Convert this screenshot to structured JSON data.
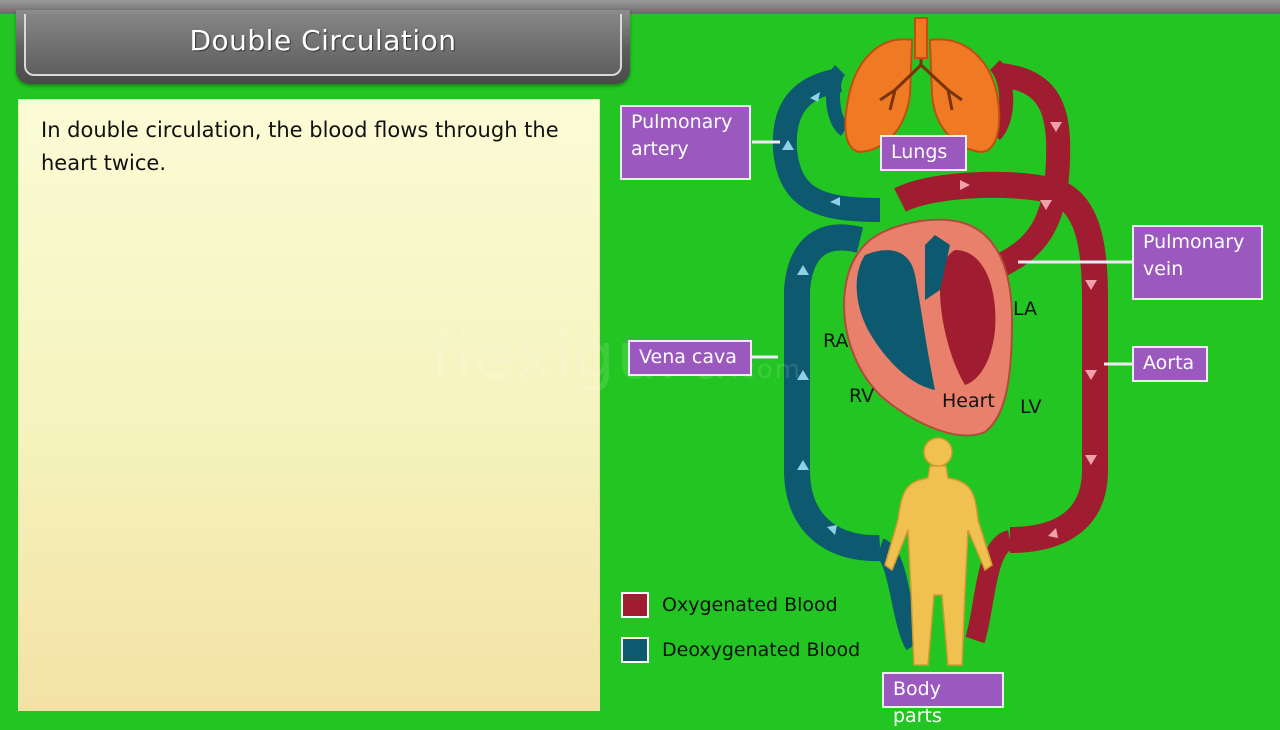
{
  "title": "Double Circulation",
  "description": "In double circulation, the blood flows through the heart twice.",
  "labels": {
    "pulmonary_artery": "Pulmonary artery",
    "lungs": "Lungs",
    "pulmonary_vein": "Pulmonary vein",
    "vena_cava": "Vena cava",
    "aorta": "Aorta",
    "ra": "RA",
    "rv": "RV",
    "la": "LA",
    "lv": "LV",
    "heart": "Heart",
    "body_parts": "Body parts"
  },
  "legend": {
    "oxygenated": "Oxygenated Blood",
    "deoxygenated": "Deoxygenated Blood"
  },
  "watermark": {
    "main": "flexiguru",
    "suffix": ".com"
  },
  "colors": {
    "background": "#22c522",
    "oxygenated": "#a01c30",
    "deoxygenated": "#0d5a70",
    "heart": "#e8806c",
    "lungs": "#f07a24",
    "body": "#f0c050",
    "label_box": "#9b59c0"
  }
}
